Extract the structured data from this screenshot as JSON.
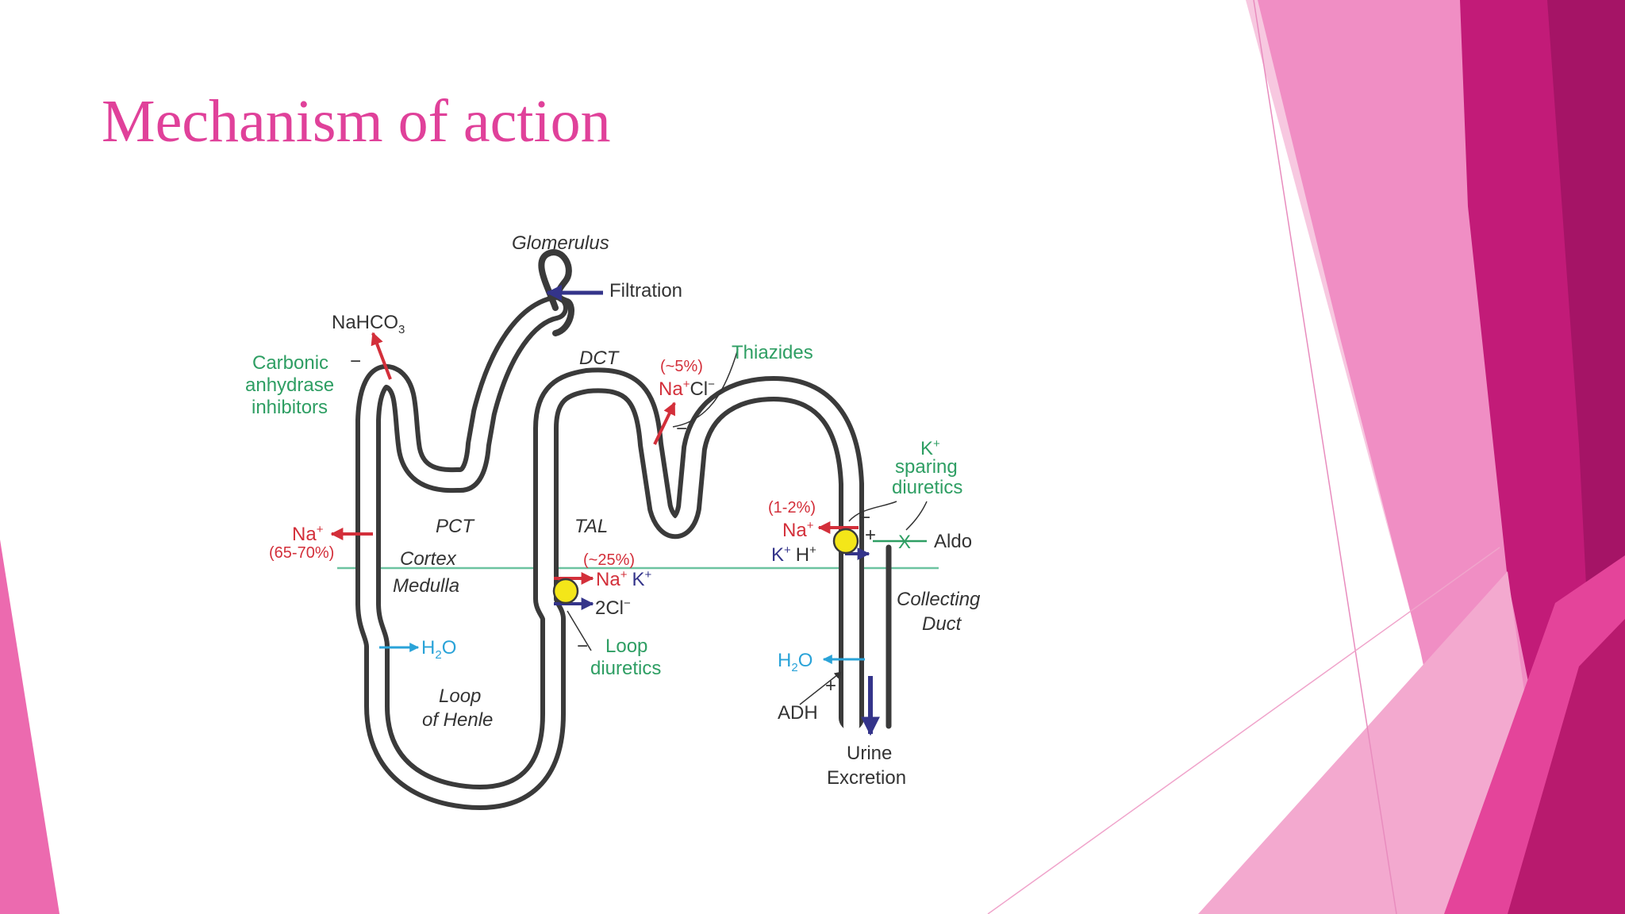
{
  "slide": {
    "title": "Mechanism of action"
  },
  "diagram": {
    "labels": {
      "glomerulus": "Glomerulus",
      "filtration": "Filtration",
      "nahco3_base": "NaHCO",
      "nahco3_sub": "3",
      "carbonic_1": "Carbonic",
      "carbonic_2": "anhydrase",
      "carbonic_3": "inhibitors",
      "dct": "DCT",
      "pct_5": "(~5%)",
      "na_cl_na": "Na",
      "na_cl_sup1": "+",
      "na_cl_cl": "Cl",
      "na_cl_sup2": "−",
      "thiazides": "Thiazides",
      "pct": "PCT",
      "tal": "TAL",
      "na_pct": "Na",
      "na_pct_sup": "+",
      "pct_65": "(65-70%)",
      "cortex": "Cortex",
      "medulla": "Medulla",
      "pct_25": "(~25%)",
      "nak_na": "Na",
      "nak_sup1": "+",
      "nak_k": "K",
      "nak_sup2": "+",
      "cl2": "2Cl",
      "cl2_sup": "−",
      "loop_diuretics_1": "Loop",
      "loop_diuretics_2": "diuretics",
      "loop_minus": "−",
      "h2o_left_h": "H",
      "h2o_left_sub": "2",
      "h2o_left_o": "O",
      "loop_henle_1": "Loop",
      "loop_henle_2": "of Henle",
      "ksparing_k": "K",
      "ksparing_sup": "+",
      "ksparing_2": "sparing",
      "ksparing_3": "diuretics",
      "pct_12": "(1-2%)",
      "na_cd": "Na",
      "na_cd_sup": "+",
      "kh_k": "K",
      "kh_sup1": "+",
      "kh_h": "H",
      "kh_sup2": "+",
      "aldo": "Aldo",
      "aldo_x": "X",
      "aldo_plus": "+",
      "cd_minus": "−",
      "collecting_1": "Collecting",
      "collecting_2": "Duct",
      "h2o_right_h": "H",
      "h2o_right_sub": "2",
      "h2o_right_o": "O",
      "adh_plus": "+",
      "adh": "ADH",
      "urine_1": "Urine",
      "urine_2": "Excretion",
      "ca_minus": "−",
      "thiazide_minus": "−"
    }
  },
  "colors": {
    "title": "#e0419a",
    "red": "#d32f3a",
    "green": "#2e9e63",
    "navy": "#34348a",
    "cyan": "#2aa3d8",
    "tubule": "#3a3a3a",
    "pump": "#f4e619",
    "text": "#333333",
    "boundary": "#6cc3a0"
  }
}
